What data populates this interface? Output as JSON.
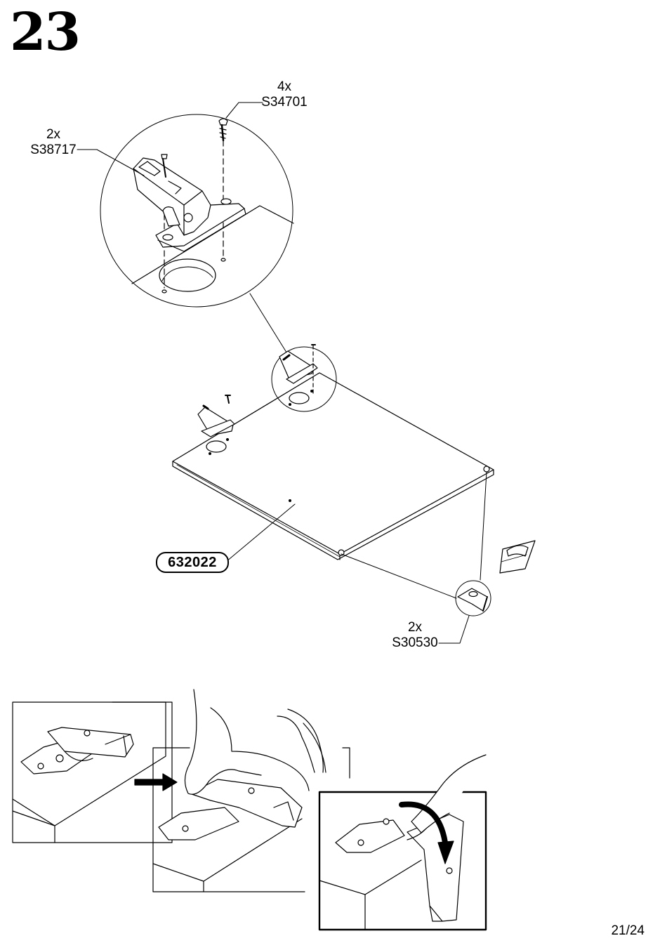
{
  "step": {
    "number": "23"
  },
  "callouts": {
    "screw_small": {
      "qty": "4x",
      "code": "S34701"
    },
    "hinge": {
      "qty": "2x",
      "code": "S38717"
    },
    "foot": {
      "qty": "2x",
      "code": "S30530"
    }
  },
  "panel": {
    "part_number": "632022"
  },
  "page": {
    "number": "21/24"
  }
}
